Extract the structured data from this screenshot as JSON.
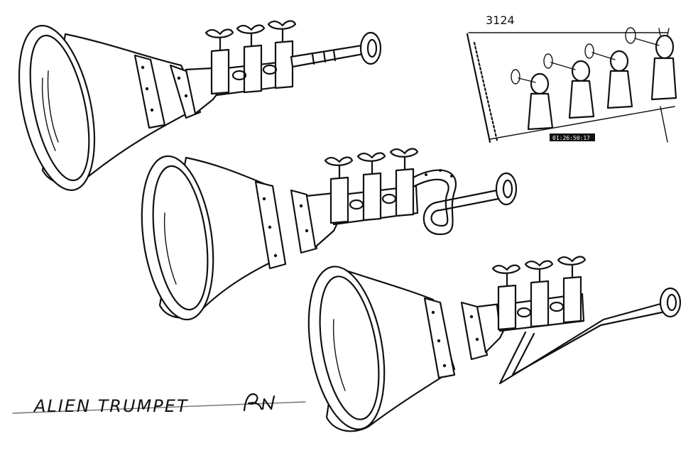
{
  "sheet": {
    "title": "ALIEN TRUMPET",
    "artist_signature": "AN"
  },
  "reference_panel": {
    "scene_number": "3124",
    "timecode": "01:26:50:17"
  },
  "colors": {
    "ink": "#111111",
    "paper": "#ffffff",
    "timecode_bg": "#111111",
    "timecode_text": "#ffffff"
  }
}
